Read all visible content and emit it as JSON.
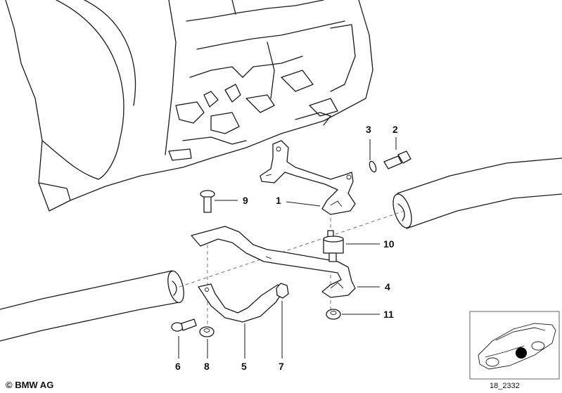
{
  "callouts": [
    {
      "id": "1",
      "label": "1"
    },
    {
      "id": "2",
      "label": "2"
    },
    {
      "id": "3",
      "label": "3"
    },
    {
      "id": "4",
      "label": "4"
    },
    {
      "id": "5",
      "label": "5"
    },
    {
      "id": "6",
      "label": "6"
    },
    {
      "id": "7",
      "label": "7"
    },
    {
      "id": "8",
      "label": "8"
    },
    {
      "id": "9",
      "label": "9"
    },
    {
      "id": "10",
      "label": "10"
    },
    {
      "id": "11",
      "label": "11"
    }
  ],
  "footer": {
    "copyright": "© BMW AG",
    "diagram_id": "18_2332"
  },
  "colors": {
    "line": "#1a1a1a",
    "background": "#ffffff",
    "locator_marker": "#000000"
  }
}
